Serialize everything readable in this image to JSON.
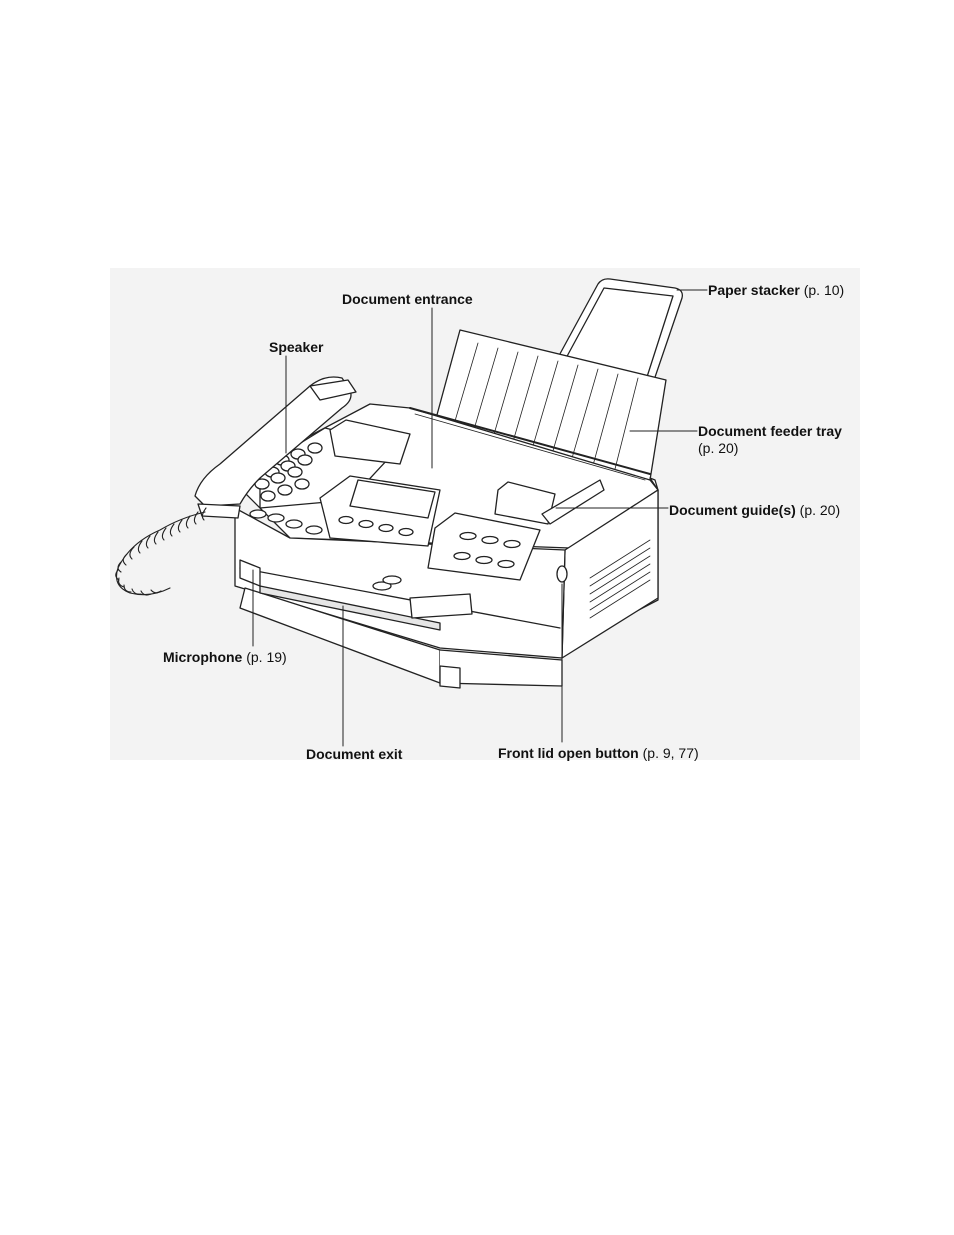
{
  "labels": {
    "paper_stacker": {
      "name": "Paper stacker",
      "ref": "(p. 10)"
    },
    "document_entrance": {
      "name": "Document entrance",
      "ref": ""
    },
    "speaker": {
      "name": "Speaker",
      "ref": ""
    },
    "document_feeder_tray": {
      "name": "Document feeder tray",
      "ref": "(p. 20)"
    },
    "document_guides": {
      "name": "Document guide(s)",
      "ref": "(p. 20)"
    },
    "microphone": {
      "name": "Microphone",
      "ref": "(p. 19)"
    },
    "document_exit": {
      "name": "Document exit",
      "ref": ""
    },
    "front_lid_open_button": {
      "name": "Front lid open button",
      "ref": "(p. 9, 77)"
    }
  },
  "colors": {
    "line": "#222222",
    "background": "#f3f3f3"
  }
}
